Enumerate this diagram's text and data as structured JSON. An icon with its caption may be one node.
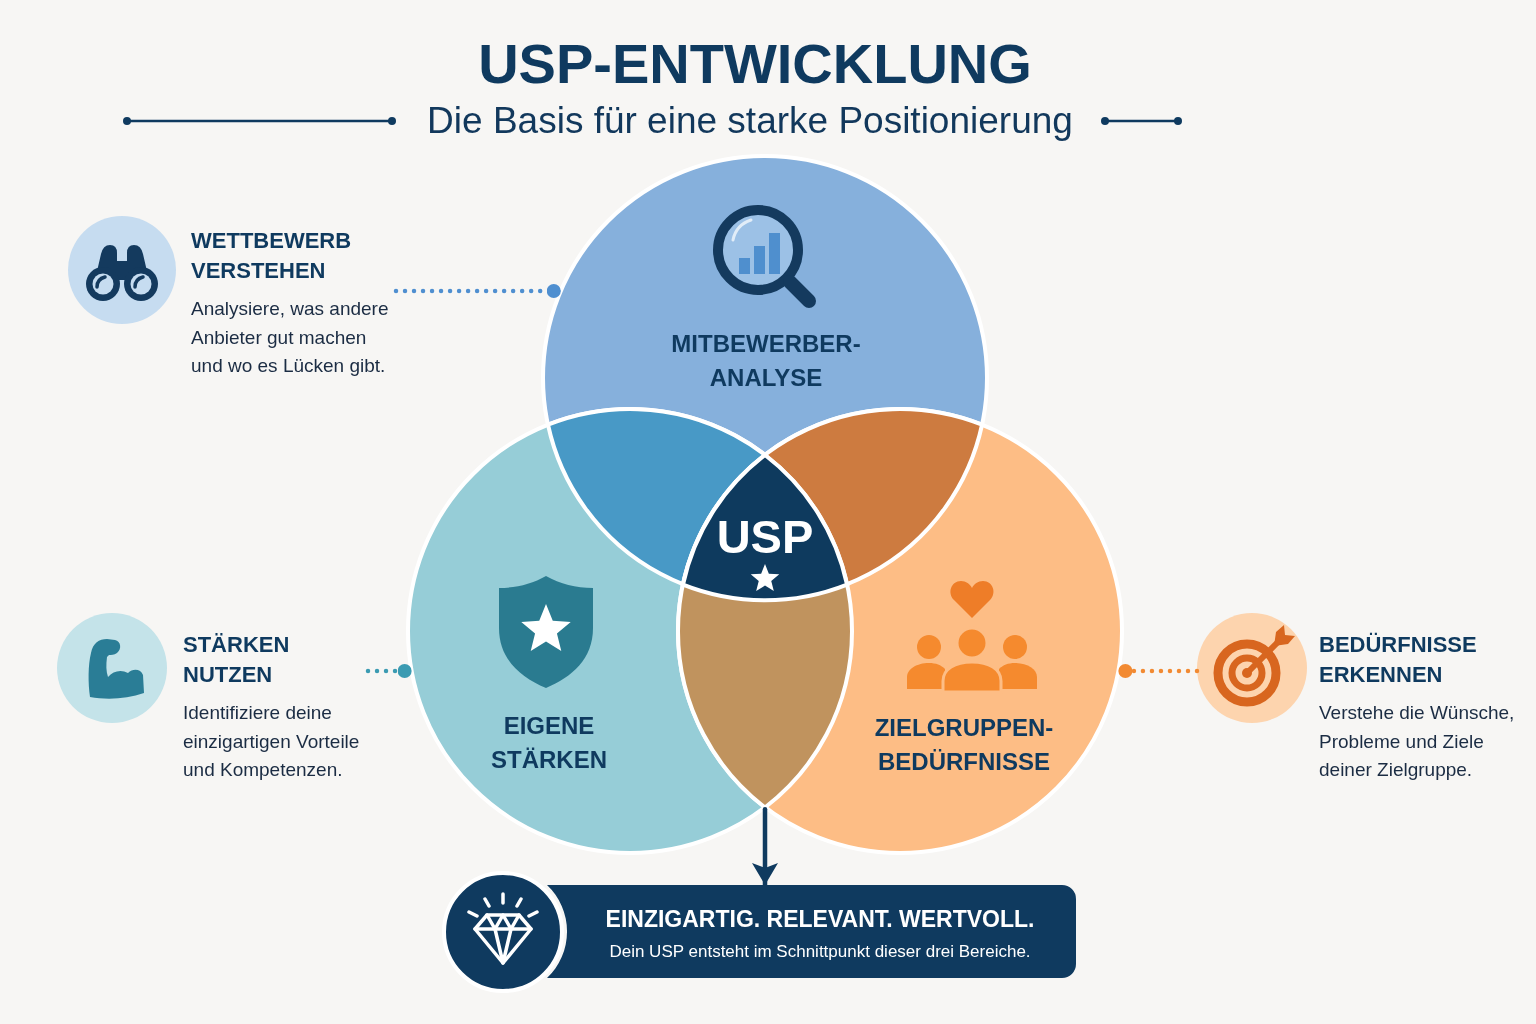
{
  "diagram": {
    "title": "USP-ENTWICKLUNG",
    "nodes": [
      {
        "text": [
          "MITBEWERBER-ANALYSE"
        ]
      },
      {
        "text": [
          "EIGENE STÄRKEN"
        ]
      },
      {
        "text": [
          "ZIELGRUPPEN-BEDÜRFNISSE"
        ]
      },
      {
        "text": [
          "USP"
        ]
      },
      {
        "text": [
          "WETTBEWERB VERSTEHEN",
          "Analysiere, was andere Anbieter gut machen und wo es Lücken gibt."
        ]
      },
      {
        "text": [
          "STÄRKEN NUTZEN",
          "Identifiziere deine einzigartigen Vorteile und Kompetenzen."
        ]
      },
      {
        "text": [
          "BEDÜRFNISSE ERKENNEN",
          "Verstehe die Wünsche, Probleme und Ziele deiner Zielgruppe."
        ]
      },
      {
        "text": [
          "EINZIGARTIG. RELEVANT. WERTVOLL.",
          "Dein USP entsteht im Schnittpunkt dieser drei Bereiche."
        ]
      },
      {
        "text": [],
        "shape": "lens"
      },
      {
        "text": [],
        "shape": "lens"
      },
      {
        "text": [],
        "shape": "lens"
      }
    ],
    "edges": [
      {
        "from": 4,
        "to": 0,
        "arrow": "other",
        "style": "dashed",
        "color": "#4f8fd0"
      },
      {
        "from": 5,
        "to": 1,
        "arrow": "other",
        "style": "dashed",
        "color": "#3b9bb2"
      },
      {
        "from": 6,
        "to": 2,
        "arrow": "other",
        "style": "dashed",
        "color": "#f28a32"
      },
      {
        "from": 10,
        "to": 7,
        "arrow": "to",
        "color": "#0f3a5f"
      }
    ],
    "labels": [
      "Die Basis für eine starke Positionierung"
    ]
  }
}
